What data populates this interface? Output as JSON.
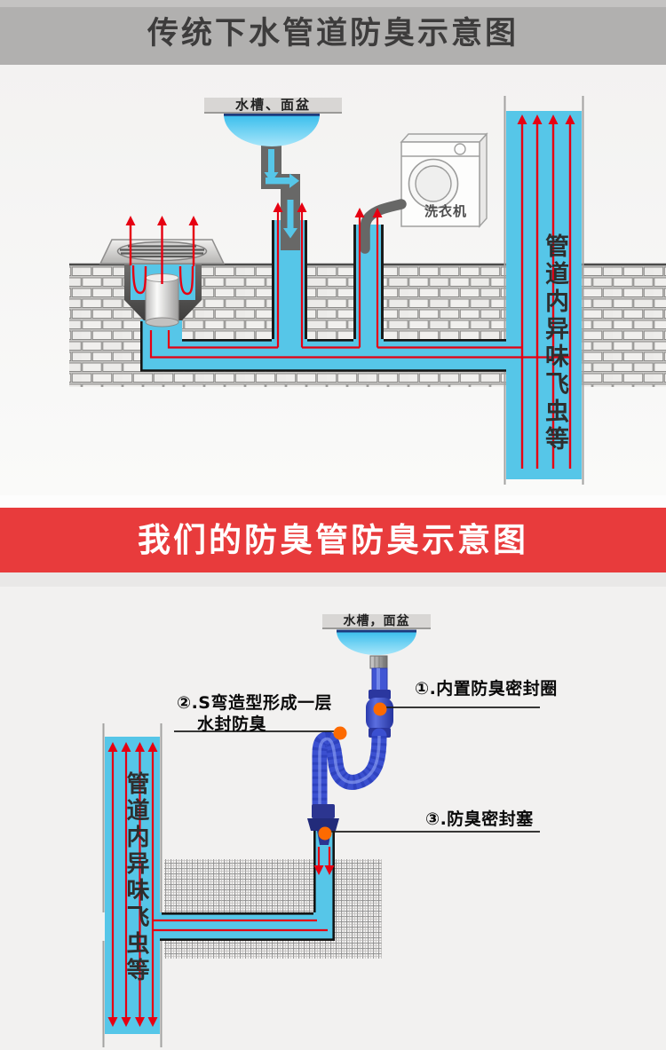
{
  "top": {
    "title": "传统下水管道防臭示意图",
    "sink_label": "水槽、面盆",
    "washer_label": "洗衣机",
    "riser_label": "管道内异味飞虫等"
  },
  "banner": {
    "title": "我们的防臭管防臭示意图"
  },
  "bottom": {
    "sink_label": "水槽，面盆",
    "riser_label": "管道内异味飞虫等",
    "annotation1": "①.内置防臭密封圈",
    "annotation2_line1": "②.S弯造型形成一层",
    "annotation2_line2": "水封防臭",
    "annotation3": "③.防臭密封塞"
  },
  "colors": {
    "pipe_blue": "#56c6e8",
    "arrow_red": "#e60012",
    "hose_blue": "#3b50d0",
    "fitting_navy": "#2b379f",
    "marker_orange": "#fd6a00",
    "banner_red": "#e83b3c",
    "title_band_gray": "#b1b0af"
  }
}
